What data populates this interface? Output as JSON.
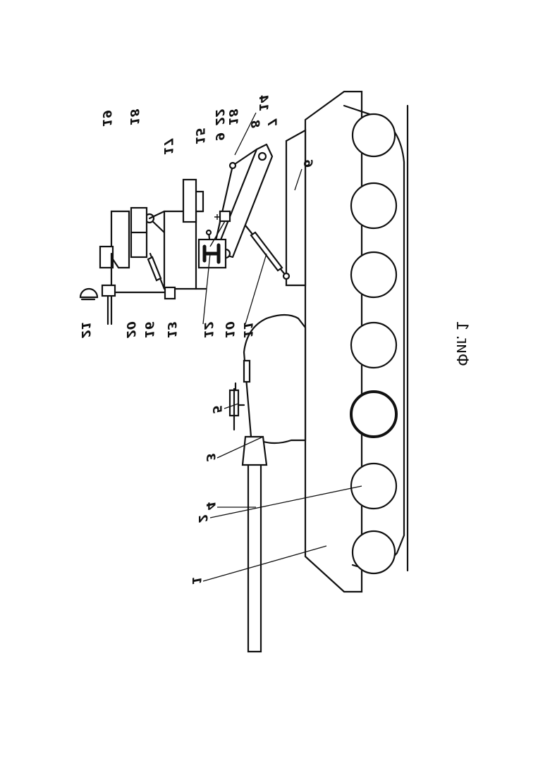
{
  "figure": {
    "caption": "Фиг. 1",
    "labels": [
      "1",
      "2",
      "3",
      "4",
      "5",
      "6",
      "7",
      "8",
      "9",
      "10",
      "11",
      "12",
      "13",
      "14",
      "15",
      "16",
      "17",
      "18",
      "18",
      "19",
      "20",
      "21",
      "22"
    ]
  }
}
